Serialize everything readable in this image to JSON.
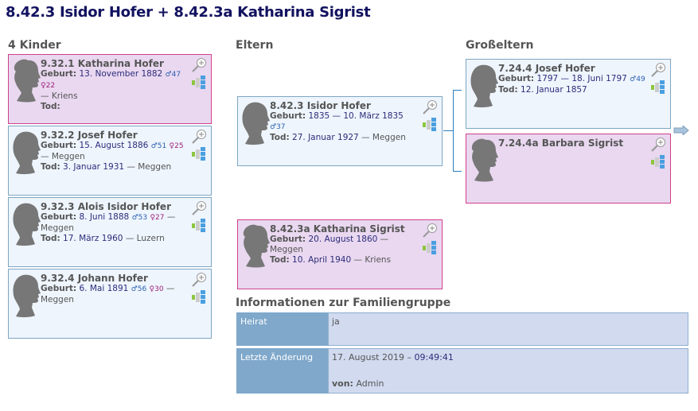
{
  "title": "8.42.3 Isidor Hofer + 8.42.3a Katharina Sigrist",
  "sections": {
    "children": "4 Kinder",
    "parents": "Eltern",
    "grandparents": "Großeltern",
    "family_info": "Informationen zur Familiengruppe"
  },
  "labels": {
    "birth": "Geburt:",
    "death": "Tod:"
  },
  "children": [
    {
      "name": "9.32.1 Katharina Hofer",
      "gender": "female",
      "birth": {
        "date": "13. November 1882",
        "father_age": "♂47",
        "mother_age": "♀22",
        "place": "— Kriens"
      },
      "death": {
        "date": "",
        "place": ""
      }
    },
    {
      "name": "9.32.2 Josef Hofer",
      "gender": "male",
      "birth": {
        "date": "15. August 1886",
        "father_age": "♂51",
        "mother_age": "♀25",
        "place": "— Meggen"
      },
      "death": {
        "date": "3. Januar 1931",
        "place": "— Meggen"
      }
    },
    {
      "name": "9.32.3 Alois Isidor Hofer",
      "gender": "male",
      "birth": {
        "date": "8. Juni 1888",
        "father_age": "♂53",
        "mother_age": "♀27",
        "place": "— Meggen"
      },
      "death": {
        "date": "17. März 1960",
        "place": "— Luzern"
      }
    },
    {
      "name": "9.32.4 Johann Hofer",
      "gender": "male",
      "birth": {
        "date": "6. Mai 1891",
        "father_age": "♂56",
        "mother_age": "♀30",
        "place": "— Meggen"
      }
    }
  ],
  "parents": [
    {
      "name": "8.42.3 Isidor Hofer",
      "gender": "male",
      "birth": {
        "date": "1835 — 10. März 1835",
        "father_age": "♂37"
      },
      "death": {
        "date": "27. Januar 1927",
        "place": "— Meggen"
      }
    },
    {
      "name": "8.42.3a Katharina Sigrist",
      "gender": "female",
      "birth": {
        "date": "20. August 1860",
        "place": "— Meggen"
      },
      "death": {
        "date": "10. April 1940",
        "place": "— Kriens"
      }
    }
  ],
  "grandparents": [
    {
      "name": "7.24.4 Josef Hofer",
      "gender": "male",
      "birth": {
        "date": "1797 — 18. Juni 1797",
        "father_age": "♂49"
      },
      "death": {
        "date": "12. Januar 1857"
      }
    },
    {
      "name": "7.24.4a Barbara Sigrist",
      "gender": "female"
    }
  ],
  "family_info": {
    "marriage_label": "Heirat",
    "marriage_value": "ja",
    "changed_label": "Letzte Änderung",
    "changed_date": "17. August 2019 –",
    "changed_time": "09:49:41",
    "by_label": "von:",
    "by_value": "Admin"
  }
}
